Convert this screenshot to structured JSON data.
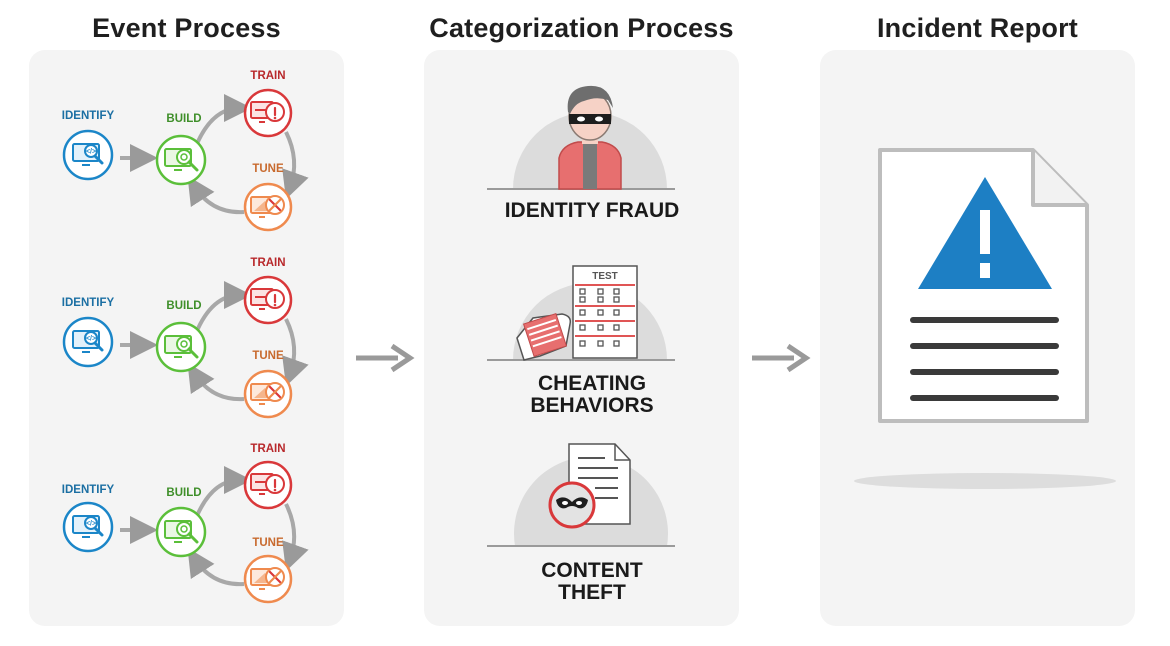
{
  "columns": {
    "event": {
      "title": "Event Process"
    },
    "categorization": {
      "title": "Categorization Process"
    },
    "incident": {
      "title": "Incident Report"
    }
  },
  "event_steps": {
    "identify": "IDENTIFY",
    "build": "BUILD",
    "train": "TRAIN",
    "tune": "TUNE"
  },
  "categories": {
    "identity_fraud": "IDENTITY FRAUD",
    "cheating_line1": "CHEATING",
    "cheating_line2": "BEHAVIORS",
    "content_line1": "CONTENT",
    "content_line2": "THEFT",
    "test_label": "TEST"
  },
  "colors": {
    "identify": "#1b86c8",
    "build": "#5bbf3a",
    "build_text": "#3f8f2a",
    "train": "#d9383a",
    "train_text": "#b8282b",
    "tune": "#ef8a4e",
    "tune_text": "#c86a2e",
    "arrow": "#9a9a9a",
    "warning": "#1d7fc4",
    "panel": "#f4f4f4"
  },
  "icons": [
    "monitor-search-icon",
    "monitor-zoom-icon",
    "monitor-alert-icon",
    "monitor-tools-icon",
    "thief-person-icon",
    "test-sheet-icon",
    "document-mask-icon",
    "warning-document-icon"
  ]
}
